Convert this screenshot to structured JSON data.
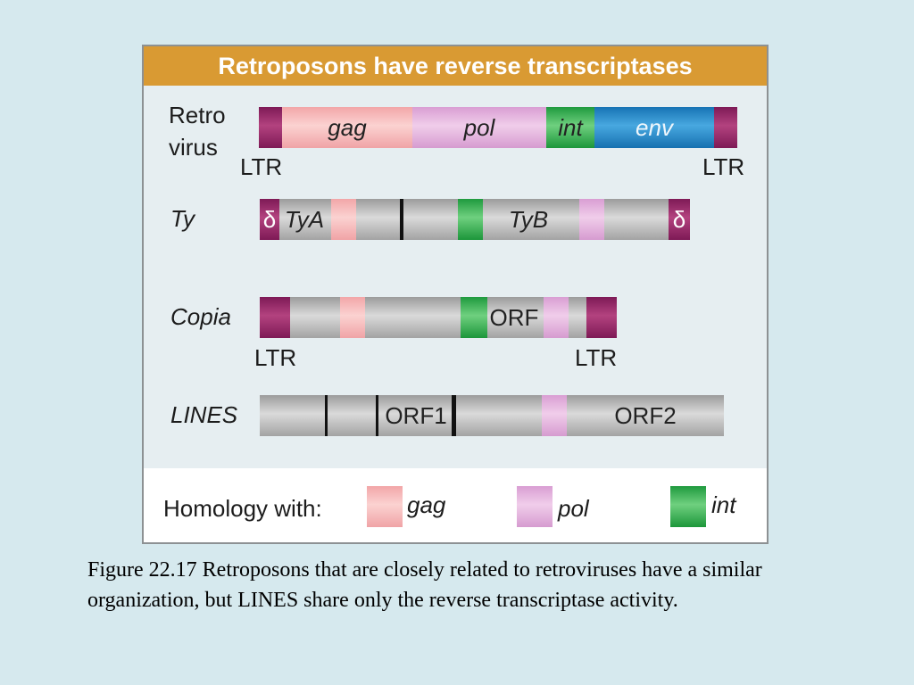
{
  "header": {
    "title": "Retroposons have reverse transcriptases"
  },
  "retrovirus": {
    "label_line1": "Retro",
    "label_line2": "virus",
    "ltr_left": "LTR",
    "ltr_right": "LTR",
    "genes": {
      "gag": "gag",
      "pol": "pol",
      "int": "int",
      "env": "env"
    }
  },
  "ty": {
    "label": "Ty",
    "delta_left": "δ",
    "delta_right": "δ",
    "tya": "TyA",
    "tyb": "TyB"
  },
  "copia": {
    "label": "Copia",
    "orf": "ORF",
    "ltr_left": "LTR",
    "ltr_right": "LTR"
  },
  "lines": {
    "label": "LINES",
    "orf1": "ORF1",
    "orf2": "ORF2"
  },
  "legend": {
    "title": "Homology with:",
    "items": [
      {
        "label": "gag",
        "color": "#f5b6b6"
      },
      {
        "label": "pol",
        "color": "#dfa8d8"
      },
      {
        "label": "int",
        "color": "#3cb054"
      }
    ]
  },
  "caption": "Figure 22.17  Retroposons that are closely related to retroviruses have a similar organization, but LINES share only the reverse transcriptase activity."
}
